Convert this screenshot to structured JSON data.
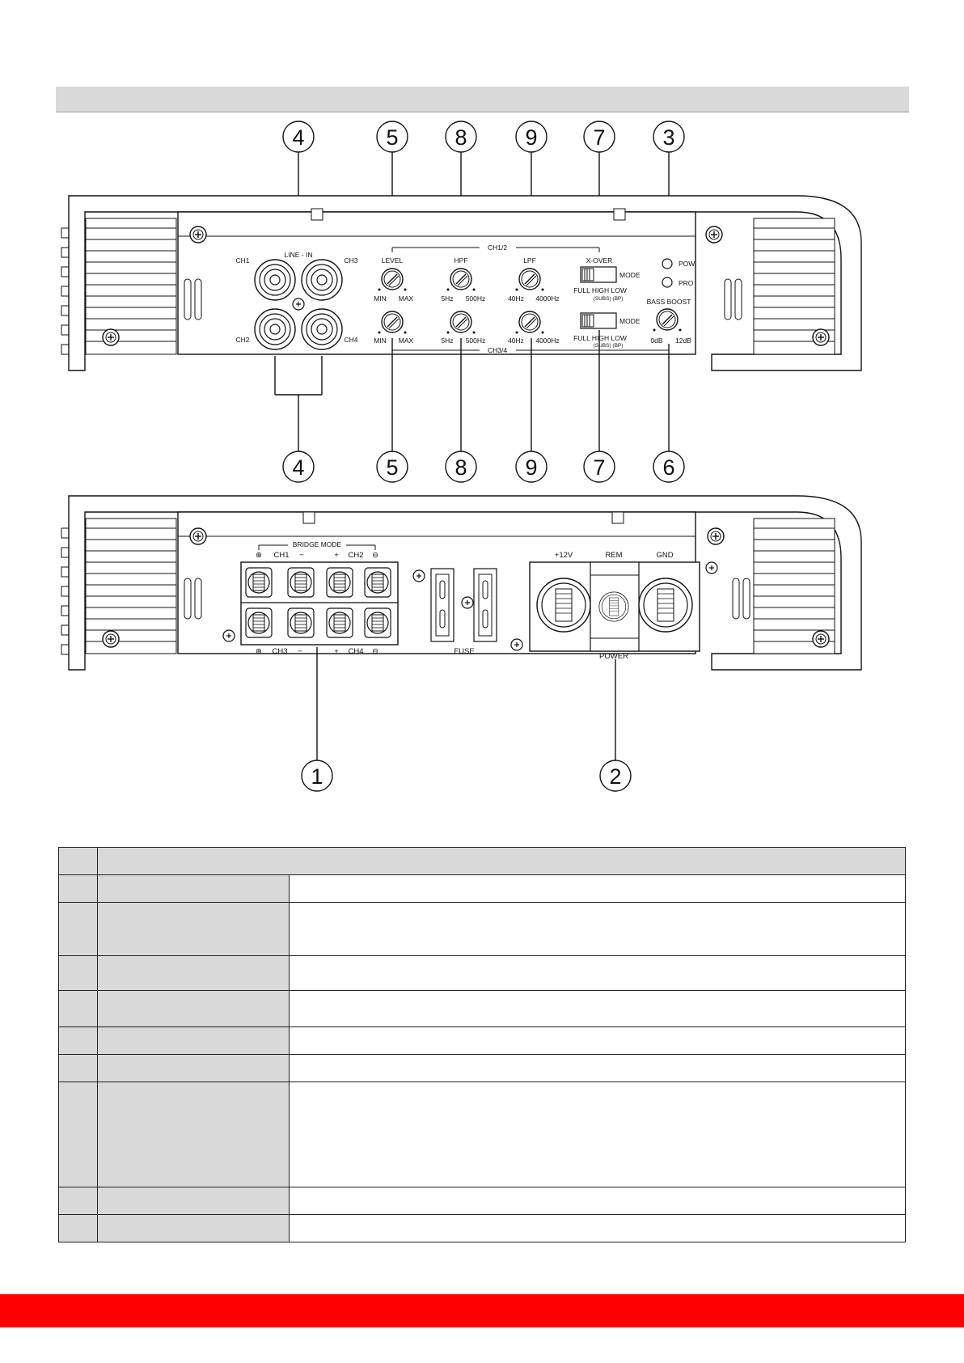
{
  "callouts_top": [
    "4",
    "5",
    "8",
    "9",
    "7",
    "3"
  ],
  "callouts_mid": [
    "4",
    "5",
    "8",
    "9",
    "7",
    "6"
  ],
  "callouts_bottom": [
    "1",
    "2"
  ],
  "front_panel": {
    "line_in": "LINE - IN",
    "ch1": "CH1",
    "ch2": "CH2",
    "ch3": "CH3",
    "ch4": "CH4",
    "ch12": "CH1/2",
    "ch34": "CH3/4",
    "level": "LEVEL",
    "hpf": "HPF",
    "lpf": "LPF",
    "xover": "X-OVER",
    "mode": "MODE",
    "min": "MIN",
    "max": "MAX",
    "hpf_min": "5Hz",
    "hpf_max": "500Hz",
    "lpf_min": "40Hz",
    "lpf_max": "4000Hz",
    "switch_positions": "FULL HIGH LOW",
    "switch_sub": "(SUBS) (BP)",
    "pow": "POW",
    "pro": "PRO",
    "bass_boost": "BASS BOOST",
    "bass_min": "0dB",
    "bass_max": "12dB"
  },
  "rear_panel": {
    "bridge_mode": "BRIDGE MODE",
    "top_row": [
      "⊕",
      "CH1",
      "−",
      "+",
      "CH2",
      "⊖"
    ],
    "bottom_row": [
      "⊕",
      "CH3",
      "−",
      "+",
      "CH4",
      "⊖"
    ],
    "fuse": "FUSE",
    "plus12v": "+12V",
    "rem": "REM",
    "gnd": "GND",
    "power": "POWER"
  },
  "table": {
    "row_count": 9
  },
  "colors": {
    "header_gray": "#dadada",
    "table_gray": "#d9d9d9",
    "footer_red": "#ff0000"
  }
}
